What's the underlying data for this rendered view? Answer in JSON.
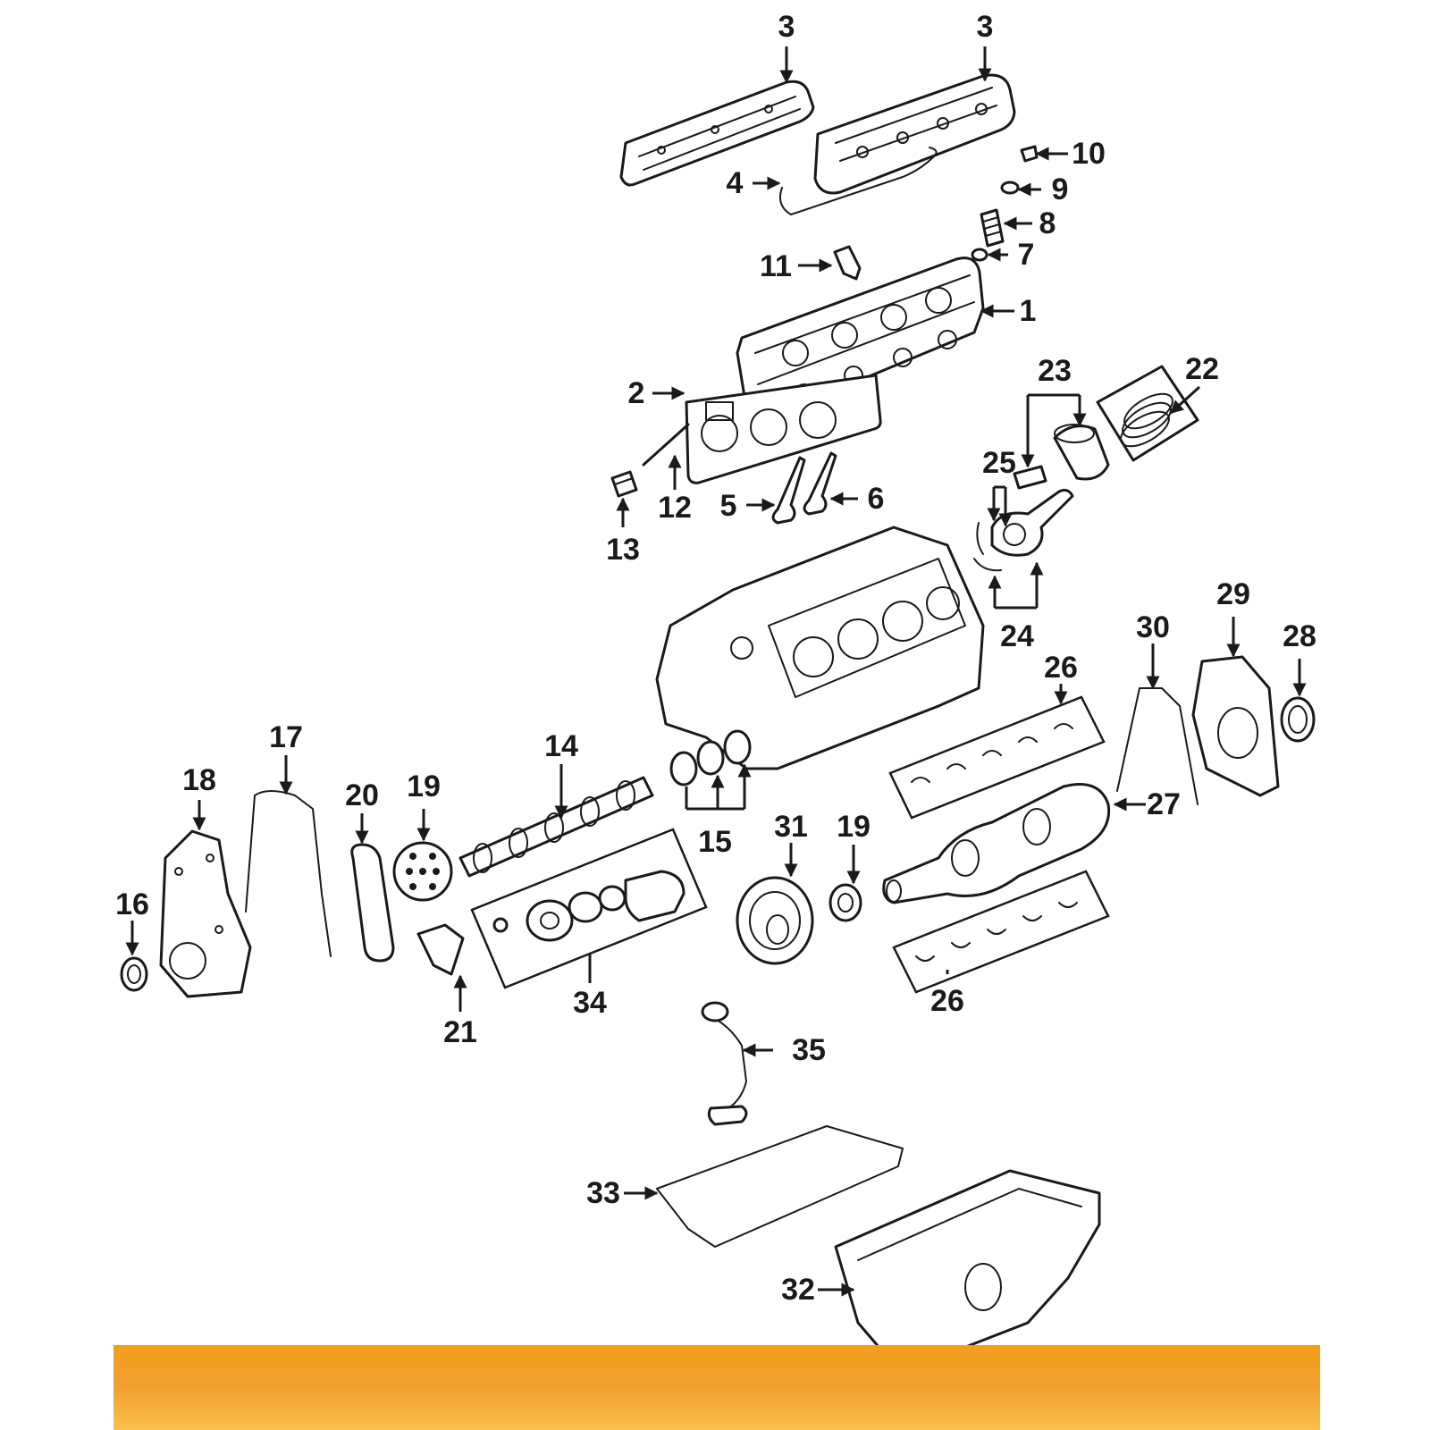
{
  "diagram": {
    "callouts": [
      {
        "id": "c1",
        "label": "1"
      },
      {
        "id": "c2",
        "label": "2"
      },
      {
        "id": "c3a",
        "label": "3"
      },
      {
        "id": "c3b",
        "label": "3"
      },
      {
        "id": "c4",
        "label": "4"
      },
      {
        "id": "c5",
        "label": "5"
      },
      {
        "id": "c6",
        "label": "6"
      },
      {
        "id": "c7",
        "label": "7"
      },
      {
        "id": "c8",
        "label": "8"
      },
      {
        "id": "c9",
        "label": "9"
      },
      {
        "id": "c10",
        "label": "10"
      },
      {
        "id": "c11",
        "label": "11"
      },
      {
        "id": "c12",
        "label": "12"
      },
      {
        "id": "c13",
        "label": "13"
      },
      {
        "id": "c14",
        "label": "14"
      },
      {
        "id": "c15",
        "label": "15"
      },
      {
        "id": "c16",
        "label": "16"
      },
      {
        "id": "c17",
        "label": "17"
      },
      {
        "id": "c18",
        "label": "18"
      },
      {
        "id": "c19a",
        "label": "19"
      },
      {
        "id": "c19b",
        "label": "19"
      },
      {
        "id": "c20",
        "label": "20"
      },
      {
        "id": "c21",
        "label": "21"
      },
      {
        "id": "c22",
        "label": "22"
      },
      {
        "id": "c23",
        "label": "23"
      },
      {
        "id": "c24",
        "label": "24"
      },
      {
        "id": "c25",
        "label": "25"
      },
      {
        "id": "c26a",
        "label": "26"
      },
      {
        "id": "c26b",
        "label": "26"
      },
      {
        "id": "c27",
        "label": "27"
      },
      {
        "id": "c28",
        "label": "28"
      },
      {
        "id": "c29",
        "label": "29"
      },
      {
        "id": "c30",
        "label": "30"
      },
      {
        "id": "c31",
        "label": "31"
      },
      {
        "id": "c32",
        "label": "32"
      },
      {
        "id": "c33",
        "label": "33"
      },
      {
        "id": "c34",
        "label": "34"
      },
      {
        "id": "c35",
        "label": "35"
      }
    ]
  },
  "colors": {
    "line": "#1a1a1a",
    "background": "#ffffff",
    "banner_top": "#f59e1b",
    "banner_mid": "#f0a030",
    "banner_bottom": "#fbbf4a"
  }
}
